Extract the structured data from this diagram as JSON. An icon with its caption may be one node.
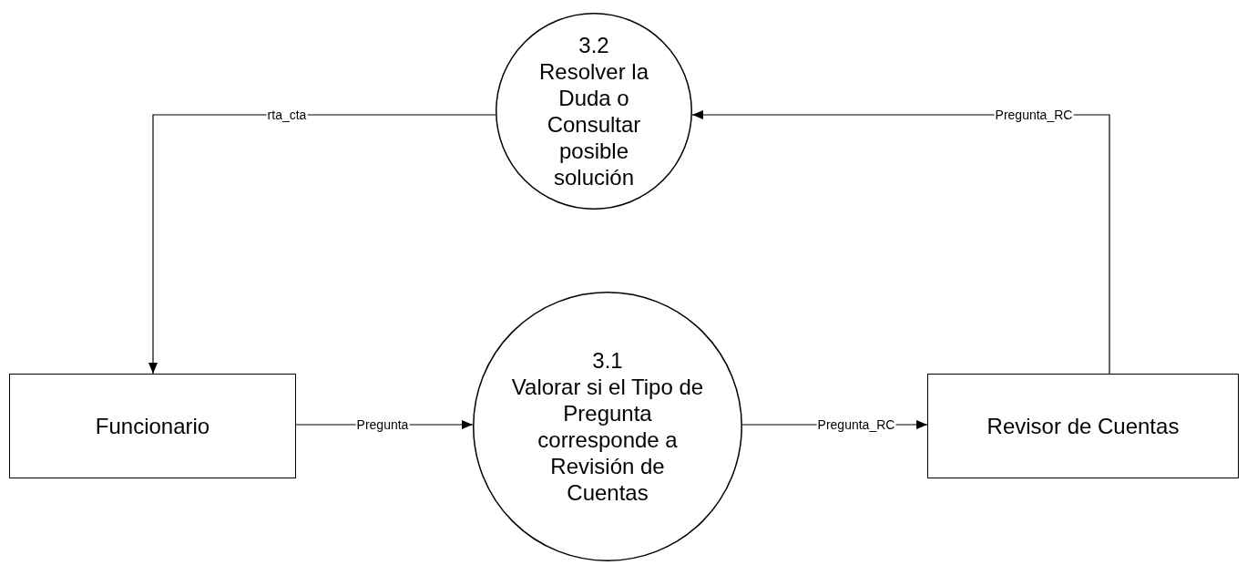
{
  "diagram": {
    "nodes": [
      {
        "text": [
          "3.2",
          "Resolver la Duda o Consultar posible solución"
        ]
      },
      {
        "text": [
          "Funcionario"
        ]
      },
      {
        "text": [
          "3.1",
          "Valorar si el Tipo de Pregunta corresponde a Revisión de Cuentas"
        ]
      },
      {
        "text": [
          "Revisor de Cuentas"
        ]
      }
    ],
    "edges": [
      {
        "from": 1,
        "to": 2,
        "arrow": "to",
        "label": "Pregunta"
      },
      {
        "from": 2,
        "to": 3,
        "arrow": "to",
        "label": "Pregunta_RC"
      },
      {
        "from": 3,
        "to": 0,
        "arrow": "to",
        "label": "Pregunta_RC"
      },
      {
        "from": 0,
        "to": 1,
        "arrow": "to",
        "label": "rta_cta"
      }
    ]
  }
}
